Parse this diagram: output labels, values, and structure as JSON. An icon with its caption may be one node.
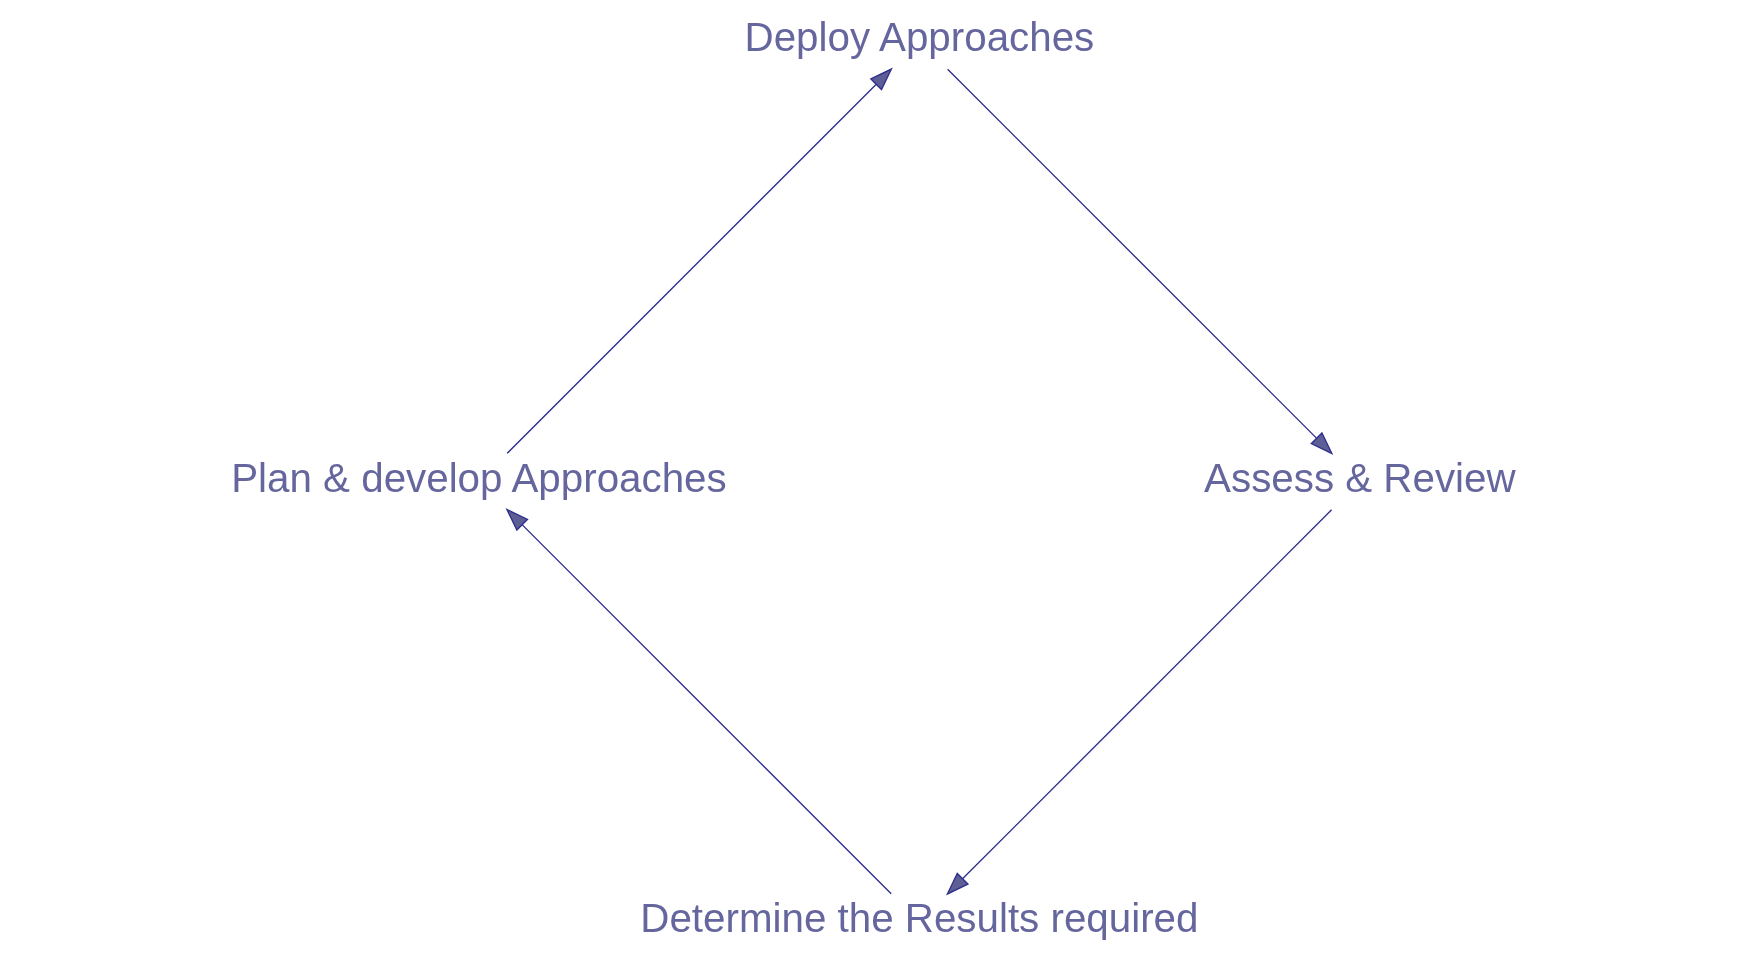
{
  "diagram": {
    "nodes": [
      {
        "text": [
          "Determine the Results required"
        ]
      },
      {
        "text": [
          "Plan & develop Approaches"
        ]
      },
      {
        "text": [
          "Deploy Approaches"
        ]
      },
      {
        "text": [
          "Assess & Review"
        ]
      }
    ],
    "edges": [
      {
        "from": 0,
        "to": 1,
        "arrow": "to"
      },
      {
        "from": 1,
        "to": 2,
        "arrow": "to"
      },
      {
        "from": 2,
        "to": 3,
        "arrow": "to"
      },
      {
        "from": 3,
        "to": 0,
        "arrow": "to"
      }
    ]
  }
}
